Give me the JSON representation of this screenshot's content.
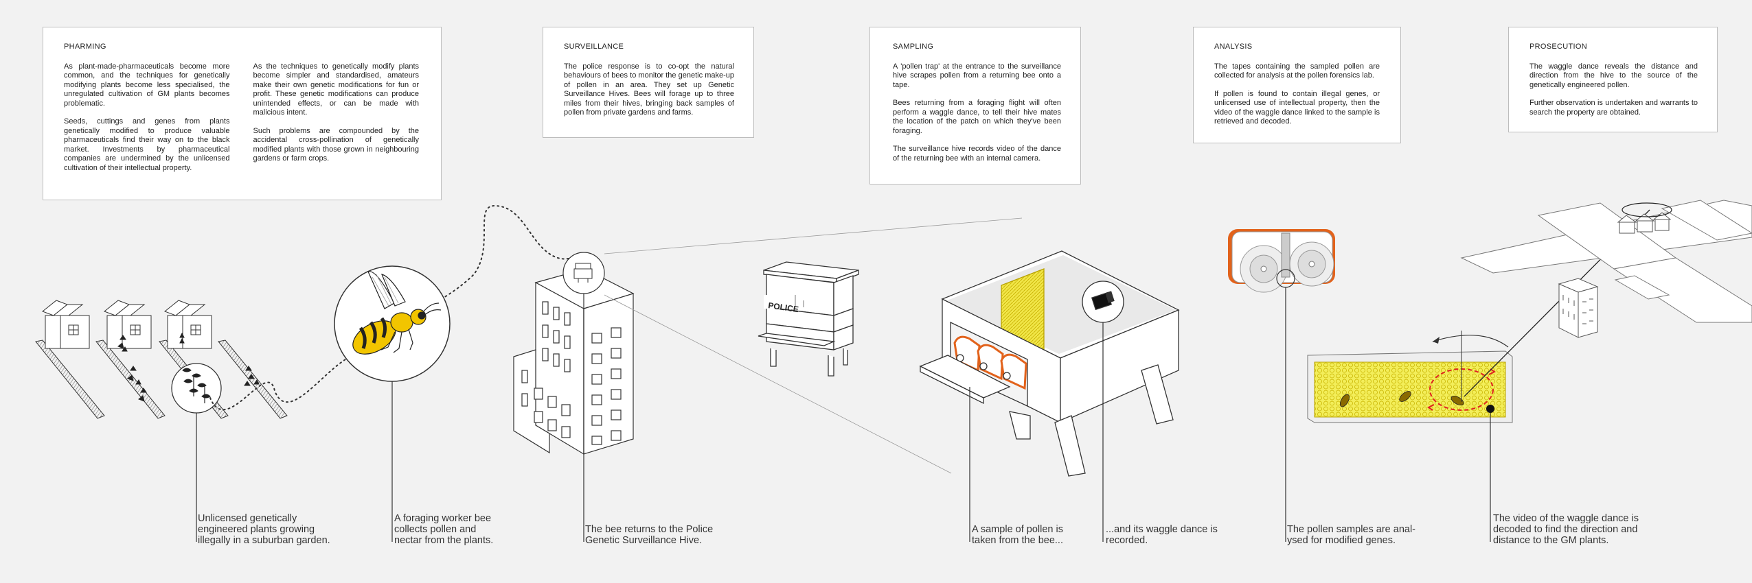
{
  "panels": {
    "pharming": {
      "title": "PHARMING",
      "col1": [
        "As plant-made-pharmaceuticals become more common, and the techniques for genetically modifying plants become less specialised, the unregulated cultivation of GM plants becomes problematic.",
        "Seeds, cuttings and genes from plants genetically modified to produce valuable pharmaceuticals find their way on to the black market. Investments by pharmaceutical companies are undermined by the unlicensed cultivation of their intellectual property."
      ],
      "col2": [
        "As the techniques to genetically modify plants become simpler and standardised, amateurs make their own genetic modifications for fun or profit. These genetic modifications can produce unintended effects, or can be made with malicious intent.",
        "Such problems are compounded by the accidental cross-pollination of genetically modified plants with those grown in neighbouring gardens or farm crops."
      ]
    },
    "surveillance": {
      "title": "SURVEILLANCE",
      "paras": [
        "The police response is to co-opt the natural behaviours of bees to monitor the genetic make-up of pollen in an area. They set up Genetic Surveillance Hives. Bees will forage up to three miles from their hives, bringing back samples of pollen from private gardens and farms."
      ]
    },
    "sampling": {
      "title": "SAMPLING",
      "paras": [
        "A 'pollen trap' at the entrance to the surveillance hive scrapes pollen from a returning bee onto a tape.",
        "Bees returning from a foraging flight will often perform a waggle dance, to tell their hive mates the location of the patch on which they've been foraging.",
        "The surveillance hive records video of the dance of the returning bee with an internal camera."
      ]
    },
    "analysis": {
      "title": "ANALYSIS",
      "paras": [
        "The tapes containing the sampled pollen are collected for analysis at the pollen forensics lab.",
        "If pollen is found to contain illegal genes, or unlicensed use of intellectual property, then the video of the waggle dance linked to the sample is retrieved and decoded."
      ]
    },
    "prosecution": {
      "title": "PROSECUTION",
      "paras": [
        "The waggle dance reveals the distance and direction from the hive to the source of the genetically engineered pollen.",
        "Further observation is undertaken and warrants to search the property are obtained."
      ]
    }
  },
  "captions": {
    "garden": "Unlicensed genetically engineered plants growing illegally in a suburban garden.",
    "bee": "A foraging worker bee collects pollen and nectar from the plants.",
    "returns": "The bee returns to the Police Genetic Surveillance Hive.",
    "sample": "A sample of pollen is taken from the bee...",
    "dance": "...and its waggle dance is recorded.",
    "lab": "The pollen samples are anal-ysed for modified genes.",
    "video": "The video of the waggle dance is decoded to find the direction and distance to the GM plants."
  },
  "labels": {
    "police_sign": "POLICE"
  },
  "colors": {
    "bee_yellow": "#f2c500",
    "analyser_orange": "#e2621b",
    "comb_yellow": "#f3ee5a",
    "dance_red": "#e02020"
  },
  "icons": [
    "house-icon",
    "bee-icon",
    "office-building-icon",
    "police-beehive-icon",
    "surveillance-hive-icon",
    "camera-icon",
    "tape-analyser-icon",
    "honeycomb-icon",
    "street-map-icon"
  ]
}
